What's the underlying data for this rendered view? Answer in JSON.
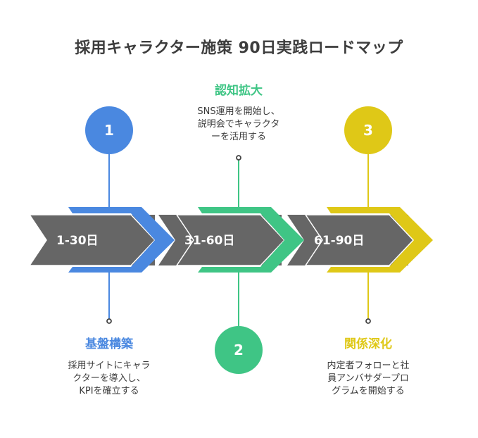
{
  "title": "採用キャラクター施策 90日実践ロードマップ",
  "colors": {
    "band": "#666666",
    "text_dark": "#3d3d3d",
    "outline": "#ffffff",
    "dot": "#444444"
  },
  "phases": [
    {
      "number": "1",
      "period": "1-30日",
      "heading": "基盤構築",
      "description_lines": [
        "採用サイトにキャラ",
        "クターを導入し、",
        "KPIを確立する"
      ],
      "color": "#4a88e0",
      "position": "below"
    },
    {
      "number": "2",
      "period": "31-60日",
      "heading": "認知拡大",
      "description_lines": [
        "SNS運用を開始し、",
        "説明会でキャラクタ",
        "ーを活用する"
      ],
      "color": "#3fc585",
      "position": "above"
    },
    {
      "number": "3",
      "period": "61-90日",
      "heading": "関係深化",
      "description_lines": [
        "内定者フォローと社",
        "員アンバサダープロ",
        "グラムを開始する"
      ],
      "color": "#dfc817",
      "position": "below"
    }
  ]
}
